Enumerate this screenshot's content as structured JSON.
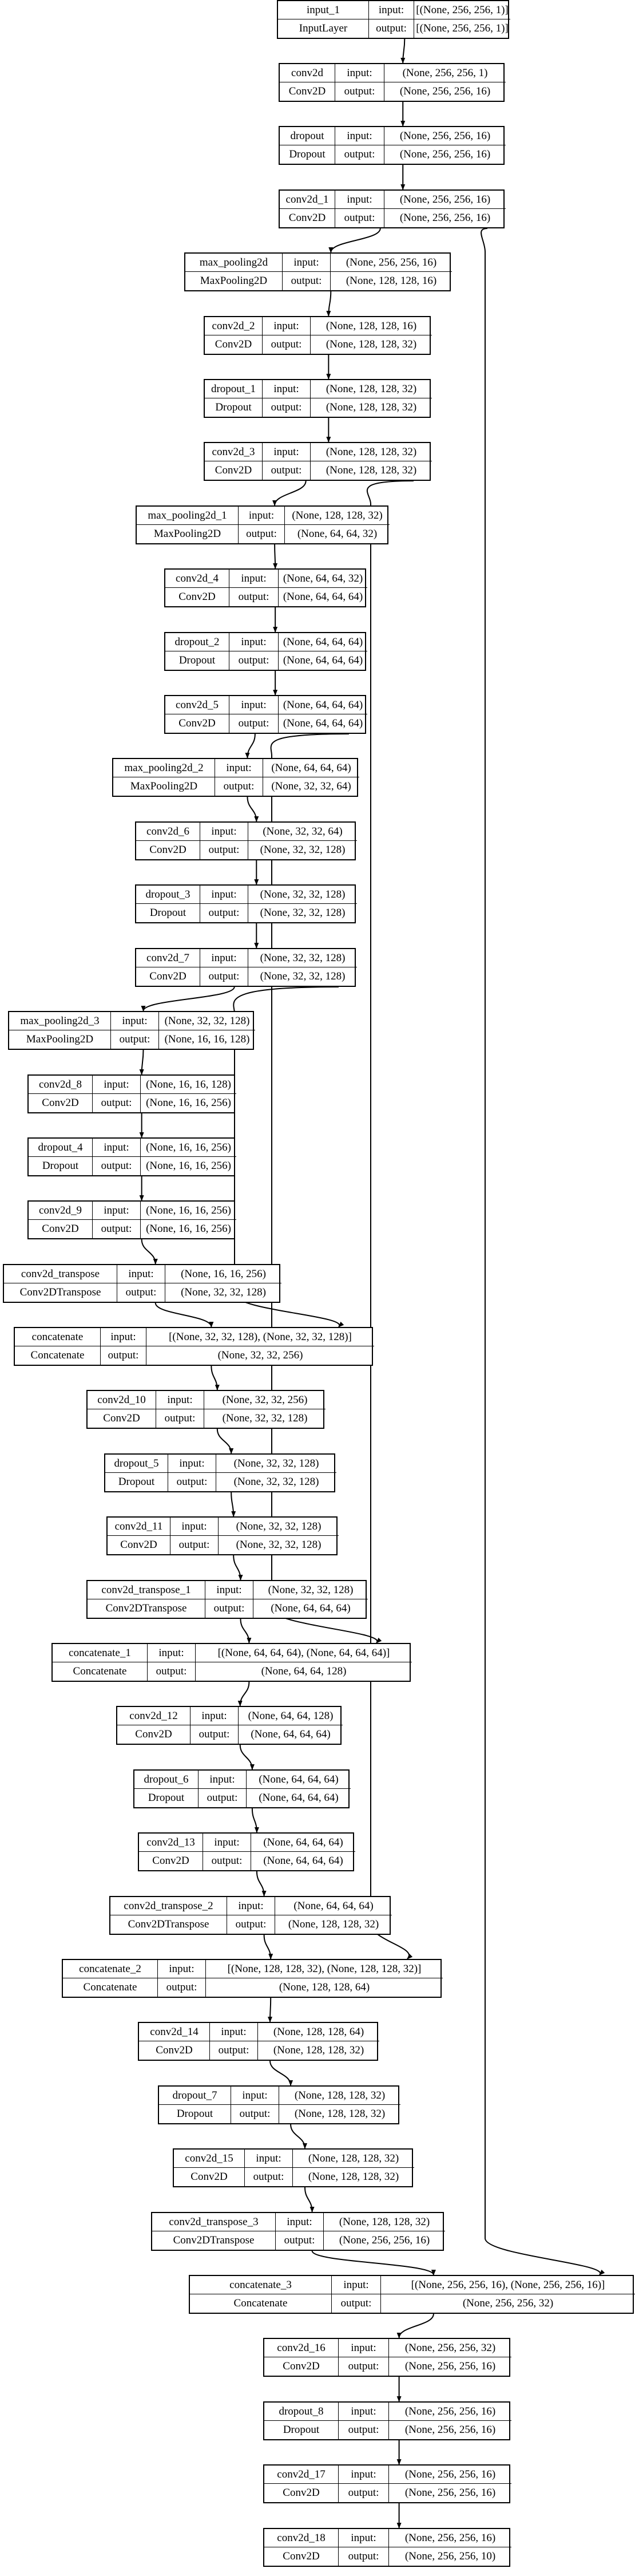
{
  "layers": [
    {
      "id": "input_1",
      "name": "input_1",
      "type": "InputLayer",
      "input": "[(None, 256, 256, 1)]",
      "output": "[(None, 256, 256, 1)]"
    },
    {
      "id": "conv2d",
      "name": "conv2d",
      "type": "Conv2D",
      "input": "(None, 256, 256, 1)",
      "output": "(None, 256, 256, 16)"
    },
    {
      "id": "dropout",
      "name": "dropout",
      "type": "Dropout",
      "input": "(None, 256, 256, 16)",
      "output": "(None, 256, 256, 16)"
    },
    {
      "id": "conv2d_1",
      "name": "conv2d_1",
      "type": "Conv2D",
      "input": "(None, 256, 256, 16)",
      "output": "(None, 256, 256, 16)"
    },
    {
      "id": "max_pooling2d",
      "name": "max_pooling2d",
      "type": "MaxPooling2D",
      "input": "(None, 256, 256, 16)",
      "output": "(None, 128, 128, 16)"
    },
    {
      "id": "conv2d_2",
      "name": "conv2d_2",
      "type": "Conv2D",
      "input": "(None, 128, 128, 16)",
      "output": "(None, 128, 128, 32)"
    },
    {
      "id": "dropout_1",
      "name": "dropout_1",
      "type": "Dropout",
      "input": "(None, 128, 128, 32)",
      "output": "(None, 128, 128, 32)"
    },
    {
      "id": "conv2d_3",
      "name": "conv2d_3",
      "type": "Conv2D",
      "input": "(None, 128, 128, 32)",
      "output": "(None, 128, 128, 32)"
    },
    {
      "id": "max_pooling2d_1",
      "name": "max_pooling2d_1",
      "type": "MaxPooling2D",
      "input": "(None, 128, 128, 32)",
      "output": "(None, 64, 64, 32)"
    },
    {
      "id": "conv2d_4",
      "name": "conv2d_4",
      "type": "Conv2D",
      "input": "(None, 64, 64, 32)",
      "output": "(None, 64, 64, 64)"
    },
    {
      "id": "dropout_2",
      "name": "dropout_2",
      "type": "Dropout",
      "input": "(None, 64, 64, 64)",
      "output": "(None, 64, 64, 64)"
    },
    {
      "id": "conv2d_5",
      "name": "conv2d_5",
      "type": "Conv2D",
      "input": "(None, 64, 64, 64)",
      "output": "(None, 64, 64, 64)"
    },
    {
      "id": "max_pooling2d_2",
      "name": "max_pooling2d_2",
      "type": "MaxPooling2D",
      "input": "(None, 64, 64, 64)",
      "output": "(None, 32, 32, 64)"
    },
    {
      "id": "conv2d_6",
      "name": "conv2d_6",
      "type": "Conv2D",
      "input": "(None, 32, 32, 64)",
      "output": "(None, 32, 32, 128)"
    },
    {
      "id": "dropout_3",
      "name": "dropout_3",
      "type": "Dropout",
      "input": "(None, 32, 32, 128)",
      "output": "(None, 32, 32, 128)"
    },
    {
      "id": "conv2d_7",
      "name": "conv2d_7",
      "type": "Conv2D",
      "input": "(None, 32, 32, 128)",
      "output": "(None, 32, 32, 128)"
    },
    {
      "id": "max_pooling2d_3",
      "name": "max_pooling2d_3",
      "type": "MaxPooling2D",
      "input": "(None, 32, 32, 128)",
      "output": "(None, 16, 16, 128)"
    },
    {
      "id": "conv2d_8",
      "name": "conv2d_8",
      "type": "Conv2D",
      "input": "(None, 16, 16, 128)",
      "output": "(None, 16, 16, 256)"
    },
    {
      "id": "dropout_4",
      "name": "dropout_4",
      "type": "Dropout",
      "input": "(None, 16, 16, 256)",
      "output": "(None, 16, 16, 256)"
    },
    {
      "id": "conv2d_9",
      "name": "conv2d_9",
      "type": "Conv2D",
      "input": "(None, 16, 16, 256)",
      "output": "(None, 16, 16, 256)"
    },
    {
      "id": "conv2d_transpose",
      "name": "conv2d_transpose",
      "type": "Conv2DTranspose",
      "input": "(None, 16, 16, 256)",
      "output": "(None, 32, 32, 128)"
    },
    {
      "id": "concatenate",
      "name": "concatenate",
      "type": "Concatenate",
      "input": "[(None, 32, 32, 128), (None, 32, 32, 128)]",
      "output": "(None, 32, 32, 256)"
    },
    {
      "id": "conv2d_10",
      "name": "conv2d_10",
      "type": "Conv2D",
      "input": "(None, 32, 32, 256)",
      "output": "(None, 32, 32, 128)"
    },
    {
      "id": "dropout_5",
      "name": "dropout_5",
      "type": "Dropout",
      "input": "(None, 32, 32, 128)",
      "output": "(None, 32, 32, 128)"
    },
    {
      "id": "conv2d_11",
      "name": "conv2d_11",
      "type": "Conv2D",
      "input": "(None, 32, 32, 128)",
      "output": "(None, 32, 32, 128)"
    },
    {
      "id": "conv2d_transpose_1",
      "name": "conv2d_transpose_1",
      "type": "Conv2DTranspose",
      "input": "(None, 32, 32, 128)",
      "output": "(None, 64, 64, 64)"
    },
    {
      "id": "concatenate_1",
      "name": "concatenate_1",
      "type": "Concatenate",
      "input": "[(None, 64, 64, 64), (None, 64, 64, 64)]",
      "output": "(None, 64, 64, 128)"
    },
    {
      "id": "conv2d_12",
      "name": "conv2d_12",
      "type": "Conv2D",
      "input": "(None, 64, 64, 128)",
      "output": "(None, 64, 64, 64)"
    },
    {
      "id": "dropout_6",
      "name": "dropout_6",
      "type": "Dropout",
      "input": "(None, 64, 64, 64)",
      "output": "(None, 64, 64, 64)"
    },
    {
      "id": "conv2d_13",
      "name": "conv2d_13",
      "type": "Conv2D",
      "input": "(None, 64, 64, 64)",
      "output": "(None, 64, 64, 64)"
    },
    {
      "id": "conv2d_transpose_2",
      "name": "conv2d_transpose_2",
      "type": "Conv2DTranspose",
      "input": "(None, 64, 64, 64)",
      "output": "(None, 128, 128, 32)"
    },
    {
      "id": "concatenate_2",
      "name": "concatenate_2",
      "type": "Concatenate",
      "input": "[(None, 128, 128, 32), (None, 128, 128, 32)]",
      "output": "(None, 128, 128, 64)"
    },
    {
      "id": "conv2d_14",
      "name": "conv2d_14",
      "type": "Conv2D",
      "input": "(None, 128, 128, 64)",
      "output": "(None, 128, 128, 32)"
    },
    {
      "id": "dropout_7",
      "name": "dropout_7",
      "type": "Dropout",
      "input": "(None, 128, 128, 32)",
      "output": "(None, 128, 128, 32)"
    },
    {
      "id": "conv2d_15",
      "name": "conv2d_15",
      "type": "Conv2D",
      "input": "(None, 128, 128, 32)",
      "output": "(None, 128, 128, 32)"
    },
    {
      "id": "conv2d_transpose_3",
      "name": "conv2d_transpose_3",
      "type": "Conv2DTranspose",
      "input": "(None, 128, 128, 32)",
      "output": "(None, 256, 256, 16)"
    },
    {
      "id": "concatenate_3",
      "name": "concatenate_3",
      "type": "Concatenate",
      "input": "[(None, 256, 256, 16), (None, 256, 256, 16)]",
      "output": "(None, 256, 256, 32)"
    },
    {
      "id": "conv2d_16",
      "name": "conv2d_16",
      "type": "Conv2D",
      "input": "(None, 256, 256, 32)",
      "output": "(None, 256, 256, 16)"
    },
    {
      "id": "dropout_8",
      "name": "dropout_8",
      "type": "Dropout",
      "input": "(None, 256, 256, 16)",
      "output": "(None, 256, 256, 16)"
    },
    {
      "id": "conv2d_17",
      "name": "conv2d_17",
      "type": "Conv2D",
      "input": "(None, 256, 256, 16)",
      "output": "(None, 256, 256, 16)"
    },
    {
      "id": "conv2d_18",
      "name": "conv2d_18",
      "type": "Conv2D",
      "input": "(None, 256, 256, 16)",
      "output": "(None, 256, 256, 10)"
    }
  ],
  "labels": {
    "input": "input:",
    "output": "output:"
  },
  "edges": [
    [
      "input_1",
      "conv2d"
    ],
    [
      "conv2d",
      "dropout"
    ],
    [
      "dropout",
      "conv2d_1"
    ],
    [
      "conv2d_1",
      "max_pooling2d"
    ],
    [
      "conv2d_1",
      "concatenate_3"
    ],
    [
      "max_pooling2d",
      "conv2d_2"
    ],
    [
      "conv2d_2",
      "dropout_1"
    ],
    [
      "dropout_1",
      "conv2d_3"
    ],
    [
      "conv2d_3",
      "max_pooling2d_1"
    ],
    [
      "conv2d_3",
      "concatenate_2"
    ],
    [
      "max_pooling2d_1",
      "conv2d_4"
    ],
    [
      "conv2d_4",
      "dropout_2"
    ],
    [
      "dropout_2",
      "conv2d_5"
    ],
    [
      "conv2d_5",
      "max_pooling2d_2"
    ],
    [
      "conv2d_5",
      "concatenate_1"
    ],
    [
      "max_pooling2d_2",
      "conv2d_6"
    ],
    [
      "conv2d_6",
      "dropout_3"
    ],
    [
      "dropout_3",
      "conv2d_7"
    ],
    [
      "conv2d_7",
      "max_pooling2d_3"
    ],
    [
      "conv2d_7",
      "concatenate"
    ],
    [
      "max_pooling2d_3",
      "conv2d_8"
    ],
    [
      "conv2d_8",
      "dropout_4"
    ],
    [
      "dropout_4",
      "conv2d_9"
    ],
    [
      "conv2d_9",
      "conv2d_transpose"
    ],
    [
      "conv2d_transpose",
      "concatenate"
    ],
    [
      "concatenate",
      "conv2d_10"
    ],
    [
      "conv2d_10",
      "dropout_5"
    ],
    [
      "dropout_5",
      "conv2d_11"
    ],
    [
      "conv2d_11",
      "conv2d_transpose_1"
    ],
    [
      "conv2d_transpose_1",
      "concatenate_1"
    ],
    [
      "concatenate_1",
      "conv2d_12"
    ],
    [
      "conv2d_12",
      "dropout_6"
    ],
    [
      "dropout_6",
      "conv2d_13"
    ],
    [
      "conv2d_13",
      "conv2d_transpose_2"
    ],
    [
      "conv2d_transpose_2",
      "concatenate_2"
    ],
    [
      "concatenate_2",
      "conv2d_14"
    ],
    [
      "conv2d_14",
      "dropout_7"
    ],
    [
      "dropout_7",
      "conv2d_15"
    ],
    [
      "conv2d_15",
      "conv2d_transpose_3"
    ],
    [
      "conv2d_transpose_3",
      "concatenate_3"
    ],
    [
      "concatenate_3",
      "conv2d_16"
    ],
    [
      "conv2d_16",
      "dropout_8"
    ],
    [
      "dropout_8",
      "conv2d_17"
    ],
    [
      "conv2d_17",
      "conv2d_18"
    ]
  ]
}
